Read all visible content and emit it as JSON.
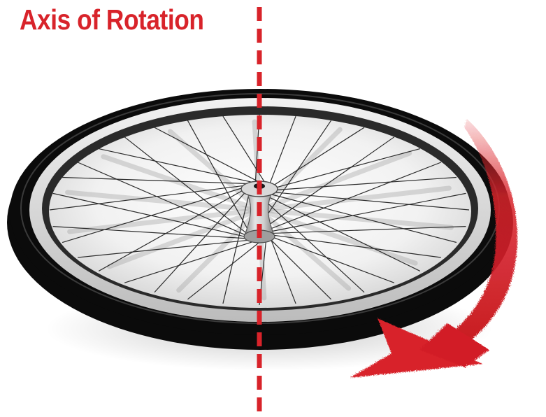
{
  "title": "Axis of Rotation",
  "colors": {
    "accent_red": "#d8232a",
    "tire_black": "#0b0b0b",
    "rim_gray": "#cfcfcf",
    "hub_gray": "#bdbdbd"
  },
  "parts": {
    "axis": "rotation-axis-line",
    "wheel": "bicycle-wheel",
    "arrow": "rotation-direction-arrow"
  }
}
